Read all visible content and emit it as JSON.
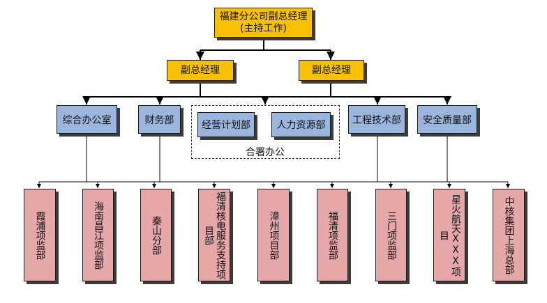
{
  "top": {
    "line1": "福建分公司副总经理",
    "line2": "(主持工作)"
  },
  "deputies": [
    "副总经理",
    "副总经理"
  ],
  "departments": [
    "综合办公室",
    "财务部",
    "经营计划部",
    "人力资源部",
    "工程技术部",
    "安全质量部"
  ],
  "merged_group_label": "合署办公",
  "projects": [
    "霞浦项监部",
    "海南昌江项监部",
    "秦山分部",
    "福清核电服务支持项目部",
    "漳州项目部",
    "福清项监部",
    "三门项监部",
    "星火航天XXX项目",
    "中核集团上海总部"
  ],
  "colors": {
    "gold": "#f7c000",
    "blue": "#9bb6dd",
    "pink": "#e5a7a7",
    "line": "#000000"
  }
}
